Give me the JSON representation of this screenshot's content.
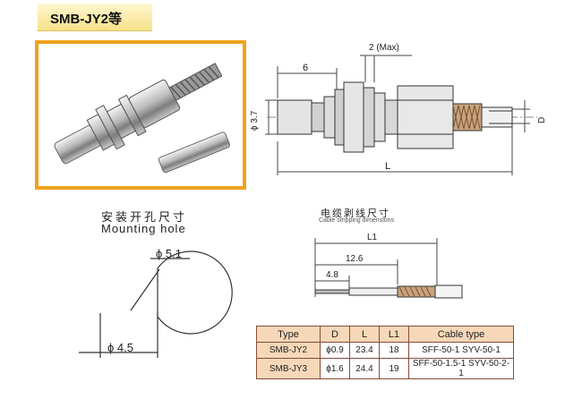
{
  "page": {
    "title": "SMB-JY2等"
  },
  "drawing": {
    "dim_6": "6",
    "dim_2max": "2 (Max)",
    "dim_phi37": "ϕ 3.7",
    "dim_D": "D",
    "dim_L": "L"
  },
  "mounting": {
    "title_cn": "安装开孔尺寸",
    "title_en": "Mounting hole",
    "phi51": "ϕ 5.1",
    "phi45": "ϕ 4.5"
  },
  "stripping": {
    "title_cn": "电缆剥线尺寸",
    "title_en": "Cable stripping dimensions",
    "L1": "L1",
    "dim_126": "12.6",
    "dim_48": "4.8"
  },
  "table": {
    "headers": [
      "Type",
      "D",
      "L",
      "L1",
      "Cable type"
    ],
    "rows": [
      [
        "SMB-JY2",
        "ϕ0.9",
        "23.4",
        "18",
        "SFF-50-1 SYV-50-1"
      ],
      [
        "SMB-JY3",
        "ϕ1.6",
        "24.4",
        "19",
        "SFF-50-1.5-1 SYV-50-2-1"
      ]
    ]
  }
}
